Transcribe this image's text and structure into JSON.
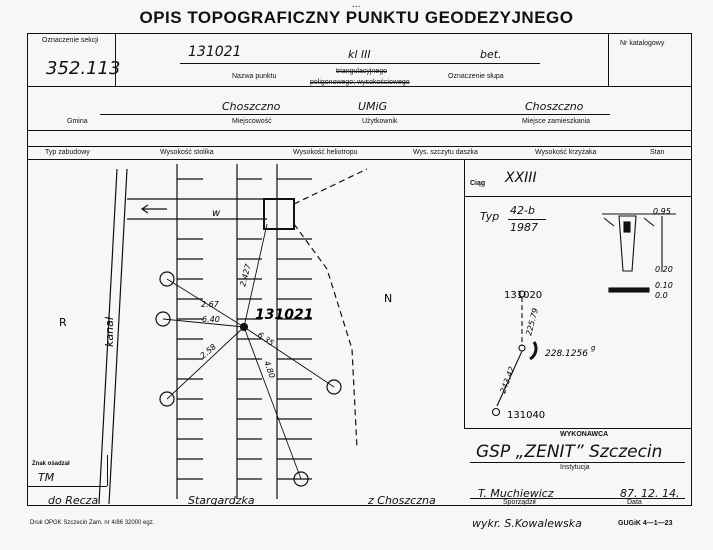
{
  "form": {
    "title": "OPIS TOPOGRAFICZNY PUNKTU GEODEZYJNEGO",
    "top_mark": "…",
    "label_oznaczenie_sekcji": "Oznaczenie sekcji",
    "section_number": "352.113",
    "point_name": "131021",
    "point_class": "kl III",
    "marking": "bet.",
    "label_nr_katalogowy": "Nr katalogowy",
    "label_nazwa_punktu": "Nazwa punktu",
    "label_triangulacyjnego": "triangulacyjnego",
    "label_poligonowego": "poligonowego; wysokościowego",
    "label_oznaczenie_slupa": "Oznaczenie słupa",
    "gmina": "Choszczno",
    "uzytkownik": "UMiG",
    "miejsce_zamieszkania": "Choszczno",
    "label_gmina": "Gmina",
    "label_miejscowosc": "Miejscowość",
    "label_uzytkownik": "Użytkownik",
    "label_miejsce_zamieszkania": "Miejsce zamieszkania",
    "columns": [
      "Typ zabudowy",
      "Wysokość stolika",
      "Wysokość heliotropu",
      "Wys. szczytu daszka",
      "Wysokość krzyżaka",
      "Stan"
    ]
  },
  "sketch": {
    "letter_r": "R",
    "letter_n": "N",
    "letter_w": "w",
    "canal_label": "kanał",
    "center_point": "131021",
    "distances": {
      "d1": "2.427",
      "d2": "2.67",
      "d3": "6.40",
      "d4": "2.58",
      "d5": "6.35",
      "d6": "4.80"
    },
    "znak_label": "Znak ośadzał",
    "znak_value": "TM",
    "street_left": "do Recza",
    "street_center": "Stargardzka",
    "street_right": "z Choszczna"
  },
  "panel": {
    "ciag_label": "Ciąg",
    "ciag_value": "XXIII",
    "typ_label": "Typ",
    "typ_value": "42-b",
    "typ_year": "1987",
    "dim_top": "0.95",
    "dim_020": "0.20",
    "dim_010": "0.10",
    "dim_000": "0.0",
    "pt_top": "131020",
    "pt_bottom": "131040",
    "angle": "228.1256",
    "angle_unit": "g",
    "dist_a": "225.79",
    "dist_b": "243.42"
  },
  "footer": {
    "wykonawca_label": "WYKONAWCA",
    "company": "GSP „ZENIT” Szczecin",
    "instytucja_label": "Instytucja",
    "sporzadzil": "T. Muchiewicz",
    "date": "87. 12. 14.",
    "sporzadzil_label": "Sporządził",
    "data_label": "Data",
    "druk": "Druk OPGK Szczecin Zam. nr 4/86   32000 egz.",
    "wykr": "wykr. S.Kowalewska",
    "code": "GUGiK 4—1—23"
  }
}
